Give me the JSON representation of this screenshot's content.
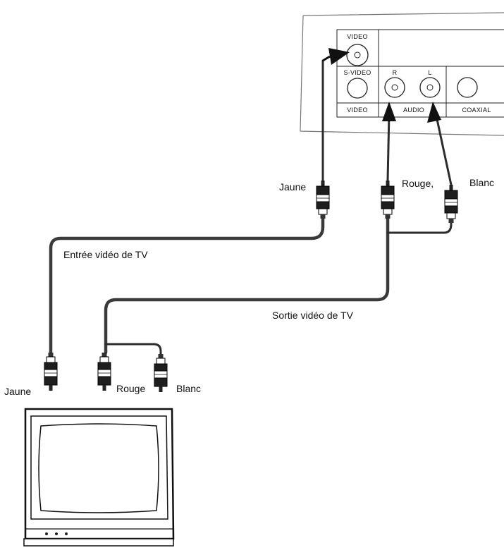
{
  "device_panel": {
    "video_top": "VIDEO",
    "svideo": "S-VIDEO",
    "r": "R",
    "l": "L",
    "video_bottom": "VIDEO",
    "audio": "AUDIO",
    "coaxial": "COAXIAL"
  },
  "labels": {
    "jaune_top": "Jaune",
    "rouge_top": "Rouge,",
    "blanc_top": "Blanc",
    "entree": "Entrée vidéo de TV",
    "sortie": "Sortie vidéo de TV",
    "jaune_bottom": "Jaune",
    "rouge_bottom": "Rouge",
    "blanc_bottom": "Blanc"
  },
  "colors": {
    "cable": "#3a3a3a",
    "plug_dark": "#1e1e1e",
    "plug_light": "#ffffff"
  }
}
